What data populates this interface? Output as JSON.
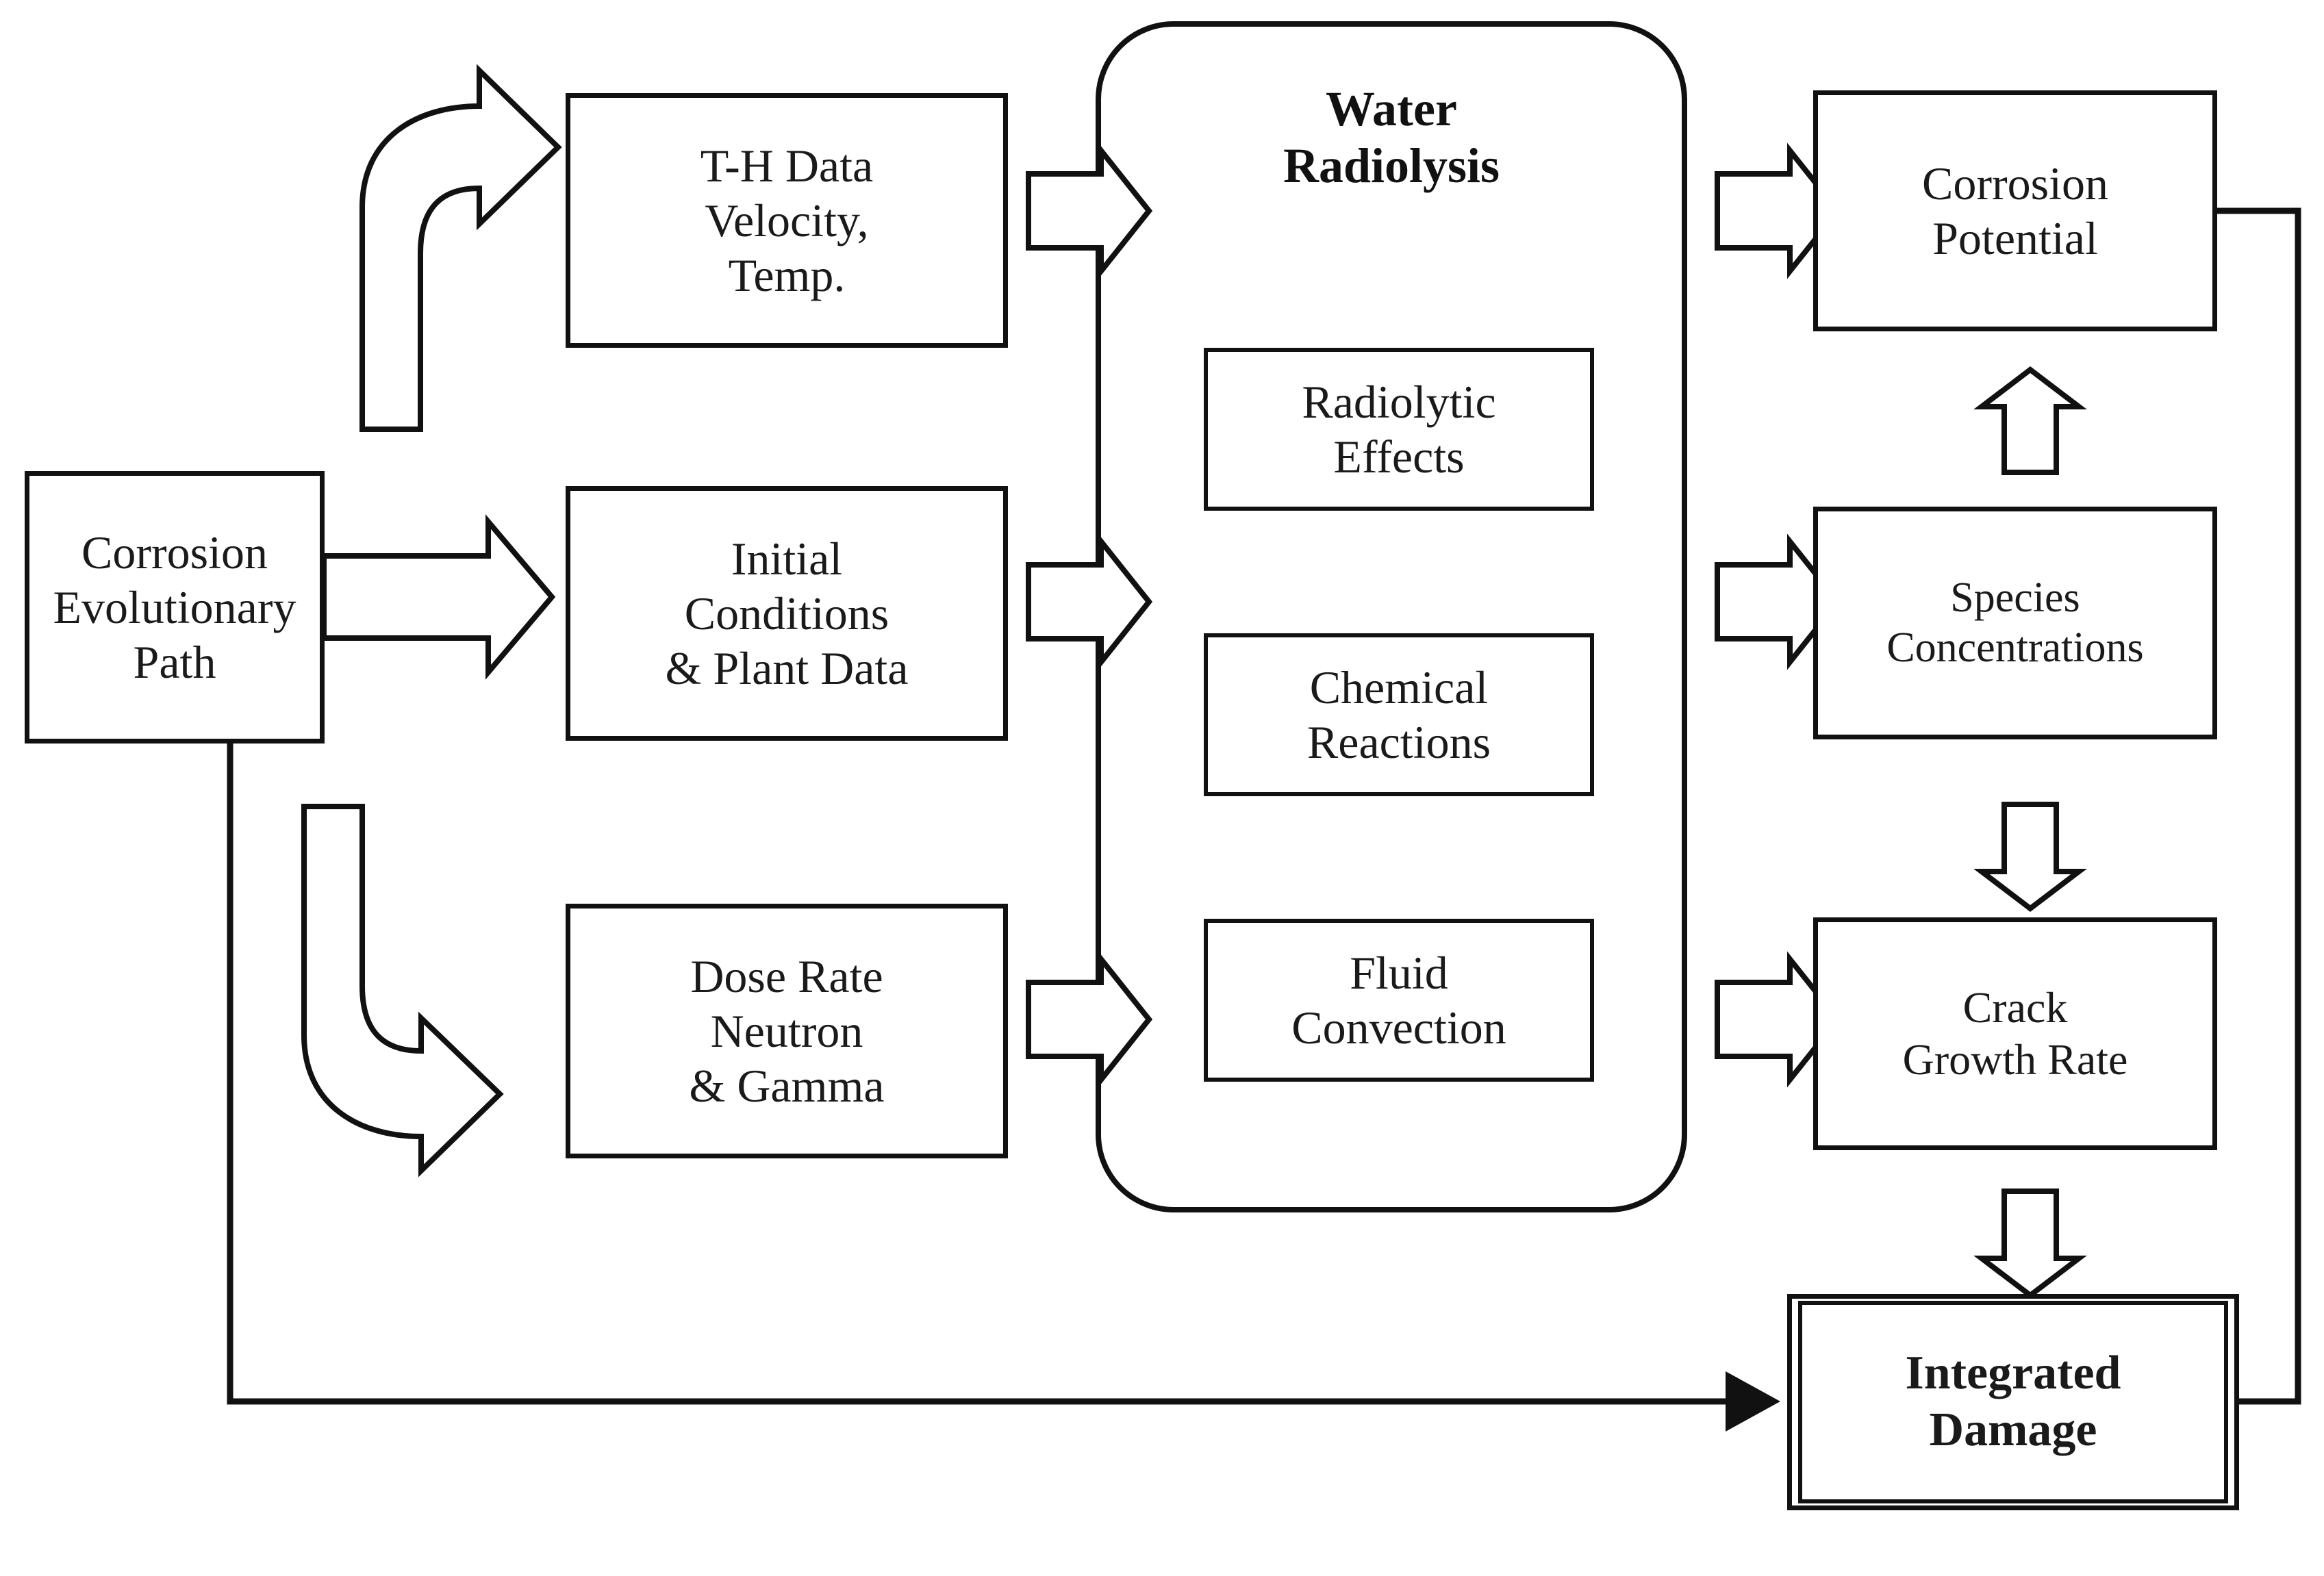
{
  "diagram": {
    "title": "Corrosion / Water Radiolysis Integrated Damage Flow Diagram",
    "colors": {
      "stroke": "#111111",
      "fill": "#ffffff",
      "text": "#1a1a1a"
    },
    "nodes": {
      "corrosion_evolutionary_path": "Corrosion\nEvolutionary\nPath",
      "th_data": "T-H Data\nVelocity,\nTemp.",
      "initial_conditions": "Initial\nConditions\n& Plant Data",
      "dose_rate": "Dose Rate\nNeutron\n& Gamma",
      "water_radiolysis": "Water\nRadiolysis",
      "radiolytic_effects": "Radiolytic\nEffects",
      "chemical_reactions": "Chemical\nReactions",
      "fluid_convection": "Fluid\nConvection",
      "corrosion_potential": "Corrosion\nPotential",
      "species_concentrations": "Species\nConcentrations",
      "crack_growth_rate": "Crack\nGrowth Rate",
      "integrated_damage": "Integrated\nDamage"
    },
    "connectors": [
      {
        "name": "cep-to-th-data",
        "kind": "curved-block-arrow",
        "direction": "up-right",
        "from": "corrosion_evolutionary_path",
        "to": "th_data"
      },
      {
        "name": "cep-to-initial-conditions",
        "kind": "block-arrow",
        "direction": "right",
        "from": "corrosion_evolutionary_path",
        "to": "initial_conditions"
      },
      {
        "name": "cep-to-dose-rate",
        "kind": "curved-block-arrow",
        "direction": "down-right",
        "from": "corrosion_evolutionary_path",
        "to": "dose_rate"
      },
      {
        "name": "th-data-to-water-radiolysis",
        "kind": "block-arrow",
        "direction": "right",
        "from": "th_data",
        "to": "water_radiolysis"
      },
      {
        "name": "initial-conditions-to-water-radiolysis",
        "kind": "block-arrow",
        "direction": "right",
        "from": "initial_conditions",
        "to": "water_radiolysis"
      },
      {
        "name": "dose-rate-to-water-radiolysis",
        "kind": "block-arrow",
        "direction": "right",
        "from": "dose_rate",
        "to": "water_radiolysis"
      },
      {
        "name": "water-radiolysis-to-corrosion-potential",
        "kind": "block-arrow",
        "direction": "right",
        "from": "water_radiolysis",
        "to": "corrosion_potential"
      },
      {
        "name": "water-radiolysis-to-species-concentrations",
        "kind": "block-arrow",
        "direction": "right",
        "from": "water_radiolysis",
        "to": "species_concentrations"
      },
      {
        "name": "water-radiolysis-to-crack-growth-rate",
        "kind": "block-arrow",
        "direction": "right",
        "from": "water_radiolysis",
        "to": "crack_growth_rate"
      },
      {
        "name": "species-concentrations-to-corrosion-potential",
        "kind": "block-arrow",
        "direction": "up",
        "from": "species_concentrations",
        "to": "corrosion_potential"
      },
      {
        "name": "species-concentrations-to-crack-growth-rate",
        "kind": "block-arrow",
        "direction": "down",
        "from": "species_concentrations",
        "to": "crack_growth_rate"
      },
      {
        "name": "crack-growth-rate-to-integrated-damage",
        "kind": "block-arrow",
        "direction": "down",
        "from": "crack_growth_rate",
        "to": "integrated_damage"
      },
      {
        "name": "cep-to-integrated-damage",
        "kind": "line-arrow",
        "direction": "right",
        "from": "corrosion_evolutionary_path",
        "to": "integrated_damage"
      },
      {
        "name": "corrosion-potential-to-integrated-damage",
        "kind": "line-arrow",
        "direction": "left",
        "from": "corrosion_potential",
        "to": "integrated_damage"
      }
    ]
  }
}
